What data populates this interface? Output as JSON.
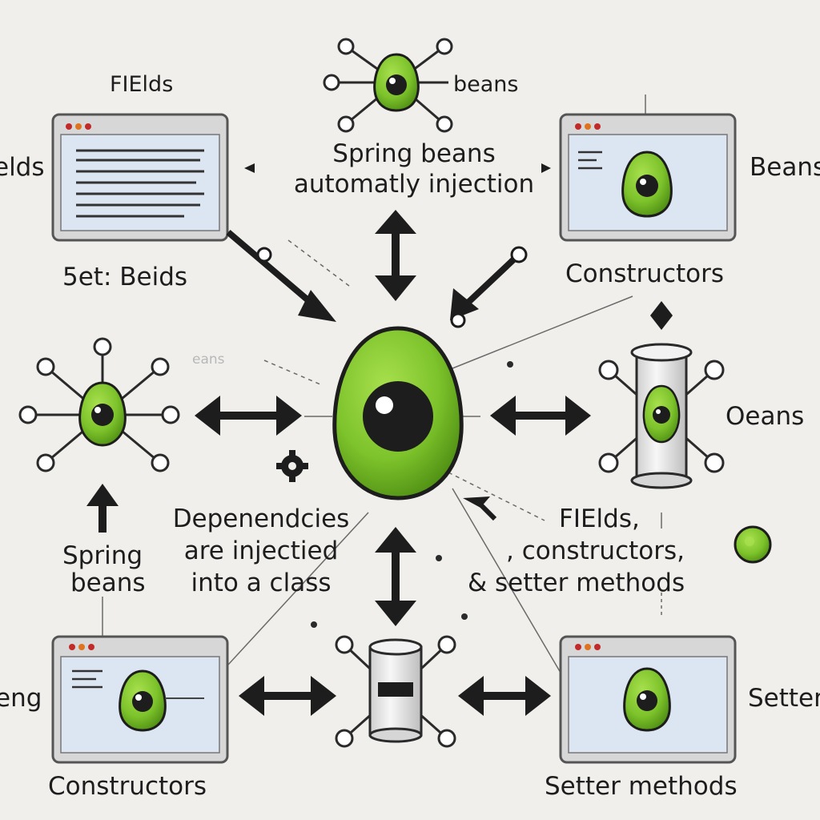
{
  "labels": {
    "fields_top": "FIElds",
    "fields_left_partial": "elds",
    "set_beilds": "5et: Beids",
    "beans_top": "beans",
    "title_line1": "Spring beans",
    "title_line2": "automatly injection",
    "beans_right_top": "Beans",
    "constructors_top": "Constructors",
    "beans_faint": "eans",
    "beans_right_mid": "Oeans",
    "dependencies_line1": "Depenendcies",
    "dependencies_line2": "are injectied",
    "dependencies_line3": "into a class",
    "spring_beans_line1": "Spring",
    "spring_beans_line2": "beans",
    "fields_right_line1": "FIElds,",
    "fields_right_line2": ", constructors,",
    "fields_right_line3": "& setter methods",
    "eng_partial": "eng",
    "setter_partial": "Setter",
    "constructors_bottom": "Constructors",
    "setter_methods_bottom": "Setter methods"
  },
  "colors": {
    "background": "#f0efec",
    "ink": "#1d1d1d",
    "bean_green": "#7dc32b",
    "window_fill": "#dce6f2",
    "window_frame": "#8e8e8e",
    "window_dots": [
      "#c22a2a",
      "#e0731f",
      "#c22a2a"
    ]
  },
  "icons": [
    "bean-icon",
    "network-node-icon",
    "browser-window-icon",
    "cylinder-icon",
    "double-arrow-icon",
    "gear-icon"
  ]
}
